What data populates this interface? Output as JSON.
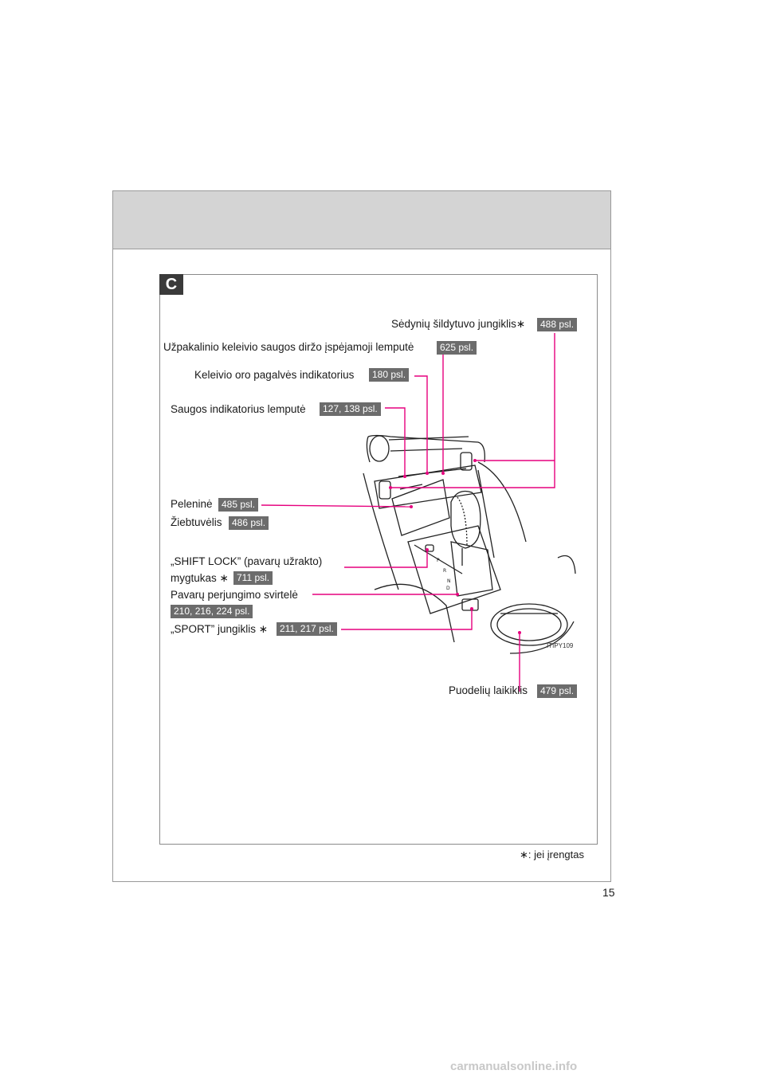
{
  "section_letter": "C",
  "labels": {
    "seat_heater": "Sėdynių šildytuvo jungiklis",
    "seat_heater_page": "488 psl.",
    "rear_belt_lamp": "Užpakalinio keleivio saugos diržo įspėjamoji lemputė",
    "rear_belt_lamp_page": "625 psl.",
    "airbag_indicator": "Keleivio oro pagalvės indikatorius",
    "airbag_indicator_page": "180 psl.",
    "security_lamp": "Saugos indikatorius lemputė",
    "security_lamp_page": "127, 138 psl.",
    "ashtray": "Peleninė",
    "ashtray_page": "485 psl.",
    "lighter": "Žiebtuvėlis",
    "lighter_page": "486 psl.",
    "shift_lock_line1": "„SHIFT LOCK” (pavarų užrakto)",
    "shift_lock_line2": "mygtukas",
    "shift_lock_page": "711 psl.",
    "shift_lever": "Pavarų perjungimo svirtelė",
    "shift_lever_page": "210, 216, 224 psl.",
    "sport_switch": "„SPORT” jungiklis",
    "sport_switch_page": "211, 217 psl.",
    "cup_holder": "Puodelių laikiklis",
    "cup_holder_page": "479 psl.",
    "image_code": "ITIPY109"
  },
  "footnote": ": jei įrengtas",
  "page_number": "15",
  "watermark": "carmanualsonline.info",
  "colors": {
    "leader_line": "#e6007e",
    "page_badge": "#6c6c6c",
    "header_band": "#d4d4d4"
  },
  "icons": {
    "asterisk": "∗"
  }
}
